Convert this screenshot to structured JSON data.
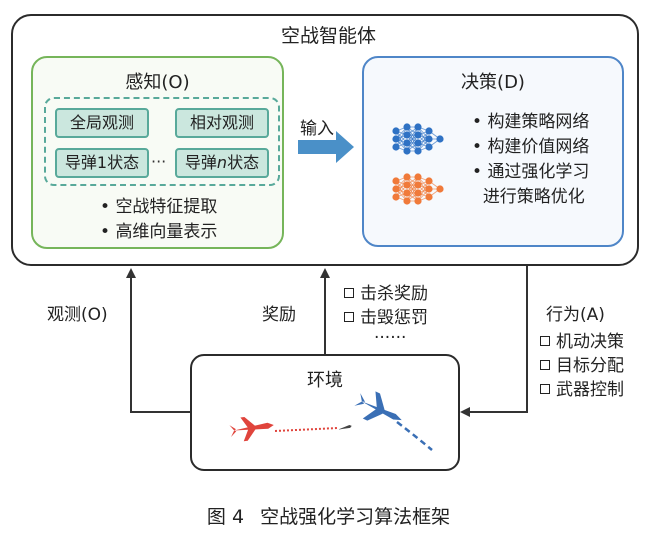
{
  "agent": {
    "title": "空战智能体"
  },
  "perception": {
    "title": "感知(O)",
    "observations": [
      "全局观测",
      "相对观测",
      "导弹1状态",
      "导弹n状态"
    ],
    "ellipsis": "···",
    "bullets": [
      "空战特征提取",
      "高维向量表示"
    ]
  },
  "input_label": "输入",
  "decision": {
    "title": "决策(D)",
    "bullets": [
      "构建策略网络",
      "构建价值网络",
      "通过强化学习",
      "进行策略优化"
    ],
    "network_colors": [
      "#2f72c4",
      "#f07a3a"
    ]
  },
  "observe_label": "观测(O)",
  "reward": {
    "label": "奖励",
    "items": [
      "击杀奖励",
      "击毁惩罚"
    ],
    "ellipsis": "······"
  },
  "action": {
    "label": "行为(A)",
    "items": [
      "机动决策",
      "目标分配",
      "武器控制"
    ]
  },
  "environment": {
    "title": "环境"
  },
  "caption": {
    "figure": "图 4",
    "text": "空战强化学习算法框架"
  }
}
